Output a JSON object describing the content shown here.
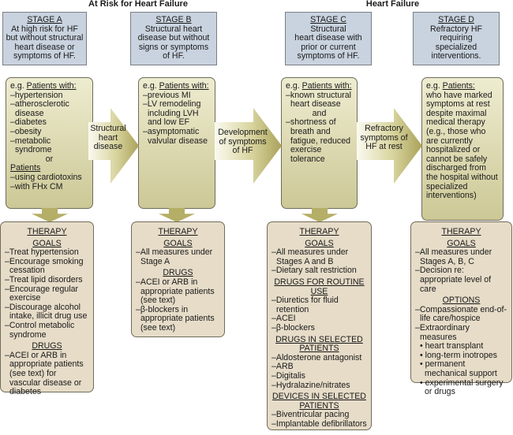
{
  "headers": {
    "left": "At Risk for Heart Failure",
    "right": "Heart Failure"
  },
  "stages": [
    {
      "title": "STAGE A",
      "description": [
        "At high risk for HF",
        "but without structural",
        "heart disease or",
        "symptoms of HF."
      ],
      "patients": {
        "prefix": "e.g. ",
        "label": "Patients with:",
        "items": [
          "–hypertension",
          "–atherosclerotic disease",
          "–diabetes",
          "–obesity",
          "–metabolic syndrome"
        ],
        "or": "or",
        "label2": "Patients",
        "items2": [
          "–using cardiotoxins",
          "–with FHx CM"
        ]
      },
      "therapy": {
        "title": "THERAPY",
        "sections": [
          {
            "heading": "GOALS",
            "items": [
              "–Treat hypertension",
              "–Encourage smoking cessation",
              "–Treat lipid disorders",
              "–Encourage regular exercise",
              "–Discourage alcohol intake, illicit drug use",
              "–Control metabolic syndrome"
            ]
          },
          {
            "heading": "DRUGS",
            "items": [
              "–ACEI or ARB in appropriate patients (see text) for vascular disease or diabetes"
            ]
          }
        ]
      }
    },
    {
      "title": "STAGE B",
      "description": [
        "Structural heart",
        "disease but without",
        "signs or symptoms",
        "of HF."
      ],
      "patients": {
        "prefix": "e.g. ",
        "label": "Patients with:",
        "items": [
          "–previous MI",
          "–LV remodeling including LVH and low EF",
          "–asymptomatic valvular disease"
        ]
      },
      "therapy": {
        "title": "THERAPY",
        "sections": [
          {
            "heading": "GOALS",
            "items": [
              "–All measures under Stage A"
            ]
          },
          {
            "heading": "DRUGS",
            "items": [
              "–ACEI or ARB in appropriate patients (see text)",
              "–β-blockers in appropriate patients (see text)"
            ]
          }
        ]
      }
    },
    {
      "title": "STAGE C",
      "description": [
        "Structural",
        "heart disease with",
        "prior or current",
        "symptoms of HF."
      ],
      "patients": {
        "prefix": "e.g. ",
        "label": "Patients with:",
        "items": [
          "–known structural heart disease"
        ],
        "or": "and",
        "items2": [
          "–shortness of breath and fatigue, reduced exercise tolerance"
        ]
      },
      "therapy": {
        "title": "THERAPY",
        "sections": [
          {
            "heading": "GOALS",
            "items": [
              "–All measures under Stages A and B",
              "–Dietary salt restriction"
            ]
          },
          {
            "heading": "DRUGS FOR ROUTINE USE",
            "items": [
              "–Diuretics for fluid retention",
              "–ACEI",
              "–β-blockers"
            ]
          },
          {
            "heading": "DRUGS IN SELECTED PATIENTS",
            "items": [
              "–Aldosterone antagonist",
              "–ARB",
              "–Digitalis",
              "–Hydralazine/nitrates"
            ]
          },
          {
            "heading": "DEVICES IN SELECTED PATIENTS",
            "items": [
              "–Biventricular pacing",
              "–Implantable defibrillators"
            ]
          }
        ]
      }
    },
    {
      "title": "STAGE D",
      "description": [
        "Refractory HF",
        "requiring",
        "specialized",
        "interventions."
      ],
      "patients": {
        "prefix": "e.g. ",
        "label": "Patients:",
        "items": [
          "who have marked symptoms at rest despite maximal medical therapy (e.g., those who are currently hospitalized or cannot be safely discharged from the hospital without specialized interventions)"
        ]
      },
      "therapy": {
        "title": "THERAPY",
        "sections": [
          {
            "heading": "GOALS",
            "items": [
              "–All measures under Stages A, B, C",
              "–Decision re: appropriate level of care"
            ]
          },
          {
            "heading": "OPTIONS",
            "items": [
              "–Compassionate end-of-life care/hospice",
              "–Extraordinary measures"
            ],
            "subitems": [
              "• heart transplant",
              "• long-term inotropes",
              "• permanent mechanical support",
              "• experimental surgery or drugs"
            ]
          }
        ]
      }
    }
  ],
  "transitions": [
    {
      "label": [
        "Structural",
        "heart",
        "disease"
      ]
    },
    {
      "label": [
        "Development",
        "of symptoms",
        "of HF"
      ]
    },
    {
      "label": [
        "Refractory",
        "symptoms of",
        "HF at rest"
      ]
    }
  ],
  "colors": {
    "stage_box": "#c9d3df",
    "patient_box": "#dedbb0",
    "therapy_box": "#e6dcc8",
    "arrow": "#b5ae66"
  }
}
